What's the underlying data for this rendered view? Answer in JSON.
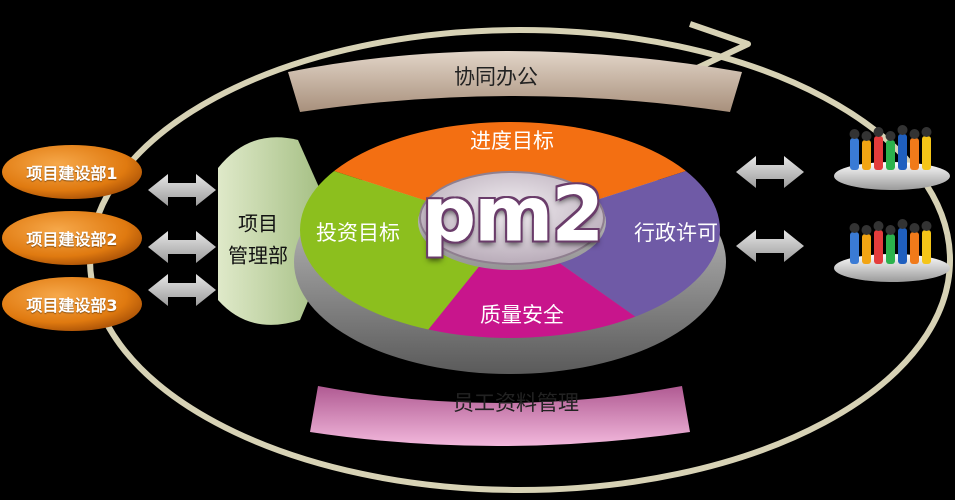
{
  "center": {
    "logo_text": "pm2"
  },
  "ring_segments": {
    "top": "进度目标",
    "left": "投资目标",
    "right": "行政许可",
    "bottom": "质量安全"
  },
  "bands": {
    "top": "协同办公",
    "bottom": "员工资料管理"
  },
  "project_management": {
    "line1": "项目",
    "line2": "管理部"
  },
  "departments": [
    {
      "label": "项目建设部1"
    },
    {
      "label": "项目建设部2"
    },
    {
      "label": "项目建设部3"
    }
  ],
  "user_groups": [
    {
      "icon": "people-group-icon"
    },
    {
      "icon": "people-group-icon"
    }
  ],
  "colors": {
    "background": "#000000",
    "orange_segment": "#f36f12",
    "green_segment": "#8cbf1e",
    "purple_segment": "#6f5aa6",
    "magenta_segment": "#c8158c",
    "top_band": "#c9b6a6",
    "bottom_band": "#dd9cc8",
    "pm_panel": "#c7d9a6",
    "department_pill": "#e07a10",
    "cycle_arrow": "#d7d2b5"
  }
}
